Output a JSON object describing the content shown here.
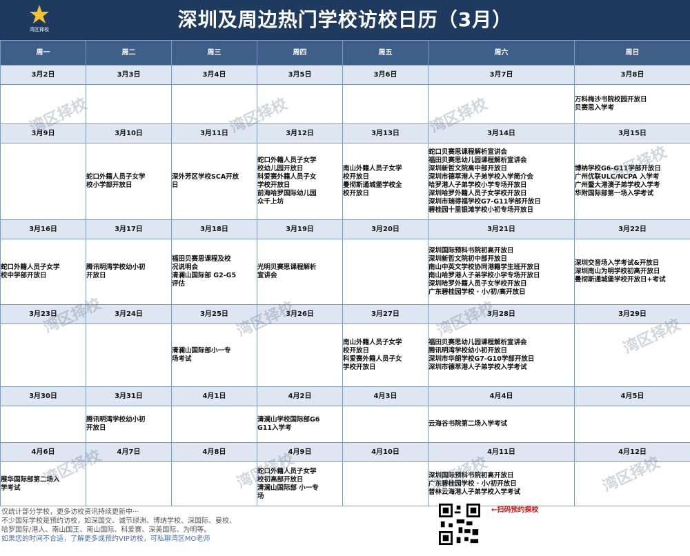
{
  "title": "深圳及周边热门学校访校日历（3月）",
  "logo_text": "湾区择校",
  "weekdays": [
    "周一",
    "周二",
    "周三",
    "周四",
    "周五",
    "周六",
    "周日"
  ],
  "weeks": [
    {
      "dates": [
        "3月2日",
        "3月3日",
        "3月4日",
        "3月5日",
        "3月6日",
        "3月7日",
        "3月8日"
      ],
      "events": [
        [],
        [],
        [],
        [],
        [],
        [],
        [
          "万科梅沙书院校园开放日",
          "贝赛思入学考"
        ]
      ]
    },
    {
      "dates": [
        "3月9日",
        "3月10日",
        "3月11日",
        "3月12日",
        "3月13日",
        "3月14日",
        "3月15日"
      ],
      "events": [
        [],
        [
          "蛇口外籍人员子女学",
          "校小学部开放日"
        ],
        [
          "深外芳区学校SCA开放",
          "日"
        ],
        [
          "蛇口外籍人员子女学",
          "校幼儿园开放日",
          "科爱赛外籍人员子女",
          "学校开放日",
          "前海哈罗国际幼儿园",
          "众千上坊"
        ],
        [
          "南山外籍人员子女学",
          "校开放日",
          "曼彻斯通城堡学校全",
          "校开放日"
        ],
        [
          "蛇口贝赛思课程解析宣讲会",
          "福田贝赛思幼儿园课程解析宣讲会",
          "深圳新哲文院高中部开放日",
          "深圳市德萃港人子弟学校入学简介会",
          "哈罗港人子弟学校小学专场开放日",
          "深圳哈罗外籍人员子女学校开放日",
          "深圳市瑞得福学校G7-G11学部开放日",
          "碧桂园十里银滩学校小初专场开放日"
        ],
        [
          "博纳学校G6-G11学部开放日",
          "广州优联ULC/NCPA 入学考",
          "广州暨大港澳子弟学校入学考",
          "华附国际部第一场入学考试"
        ]
      ]
    },
    {
      "dates": [
        "3月16日",
        "3月17日",
        "3月18日",
        "3月19日",
        "3月20日",
        "3月21日",
        "3月22日"
      ],
      "events": [
        [
          "蛇口外籍人员子女学",
          "校中学部开放日"
        ],
        [
          "腾讯明湾学校幼小初",
          "开放日"
        ],
        [
          "福田贝赛思课程及校",
          "况说明会",
          "清澜山国际部 G2-G5",
          "评估"
        ],
        [
          "光明贝赛思课程解析",
          "宣讲会"
        ],
        [],
        [
          "深圳国际预科书院初高开放日",
          "深圳新哲文院初中部开放日",
          "南山中英文学校协同港籍学生班开放日",
          "南山哈罗港人子弟学校小学专场开放日",
          "深圳哈罗外籍人员子女学校开放日",
          "广东碧桂园学校 · 小/初/高开放日"
        ],
        [
          "深圳交音场入学考试&开放日",
          "深圳南山为明学校初高开放日",
          "曼彻斯通城堡学校开放日+考试"
        ]
      ]
    },
    {
      "dates": [
        "3月23日",
        "3月24日",
        "3月25日",
        "3月26日",
        "3月27日",
        "3月28日",
        "3月29日"
      ],
      "events": [
        [],
        [],
        [
          "清澜山国际部小一专",
          "场考试"
        ],
        [],
        [
          "南山外籍人员子女学",
          "校开放日",
          "科爱赛外籍人员子女",
          "学校开放日"
        ],
        [
          "福田贝赛思幼儿园课程解析宣讲会",
          "腾讯明湾学校幼小初开放日",
          "深圳市华朗学校G7-G10学部开放日",
          "深圳市德萃港人子弟学校入学考试"
        ],
        []
      ]
    },
    {
      "dates": [
        "3月30日",
        "3月31日",
        "4月1日",
        "4月2日",
        "4月3日",
        "4月4日",
        "4月5日"
      ],
      "events": [
        [],
        [
          "腾讯明湾学校幼小初",
          "开放日"
        ],
        [],
        [
          "清澜山学校国际部G6",
          "G11入学考"
        ],
        [],
        [
          "云海谷书院第二场入学考试"
        ],
        []
      ]
    },
    {
      "dates": [
        "4月6日",
        "4月7日",
        "4月8日",
        "4月9日",
        "4月10日",
        "4月11日",
        "4月12日"
      ],
      "events": [
        [
          "展华国际部第二场入",
          "学考试"
        ],
        [],
        [],
        [
          "蛇口外籍人员子女学",
          "校初高部开放日",
          "清澜山国际部 小一专",
          "场"
        ],
        [],
        [
          "深圳国际预科书院初高开放日",
          "广东碧桂园学校 · 小/初开放日",
          "普林云海港人子弟学校入学考试"
        ],
        []
      ]
    }
  ],
  "footer": {
    "notes": [
      "仅统计部分学校，更多访校资讯持续更新中···",
      "不少国际学校是预约访校，如深国交、诚节绿洲、博纳学校、深国际、曼校、",
      "哈罗国际/港人、南山国王、南山国际、科爱赛、深美国际、为明等。",
      "如果您的时间不合适，了解更多或预约VIP访校，可私聊湾区MO老师"
    ],
    "qr_label": "←扫码预约探校"
  },
  "colors": {
    "header_bg": "#1f3a5f",
    "weekday_bg": "#3e5f8a",
    "date_bg": "#dde6f1",
    "border": "#7f9ab8",
    "accent_red": "#dd1111"
  }
}
